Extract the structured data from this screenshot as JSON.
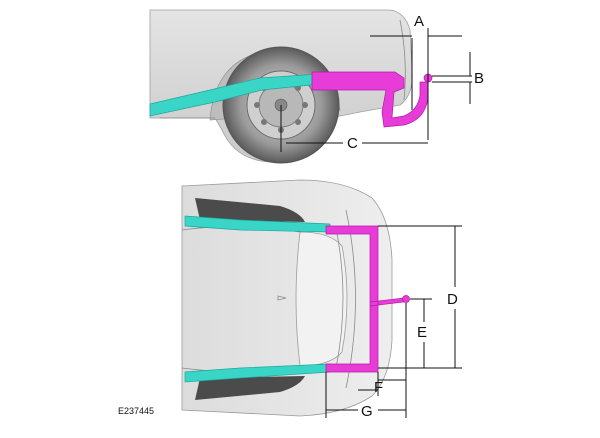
{
  "diagram": {
    "figure_id": "E237445",
    "labels": {
      "a": "A",
      "b": "B",
      "c": "C",
      "d": "D",
      "e": "E",
      "f": "F",
      "g": "G"
    }
  }
}
